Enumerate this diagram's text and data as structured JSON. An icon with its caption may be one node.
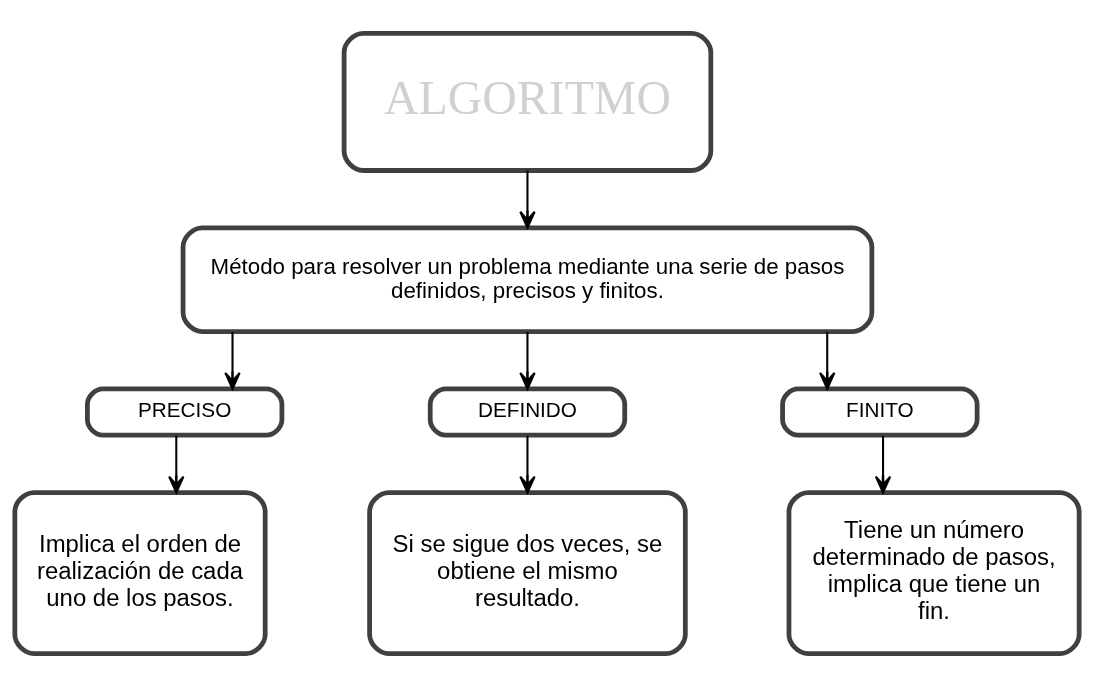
{
  "diagram": {
    "nodes": [
      {
        "text": [
          "ALGORITMO"
        ]
      },
      {
        "text": [
          "Método para resolver un problema mediante una serie de pasos definidos, precisos y finitos."
        ]
      },
      {
        "text": [
          "PRECISO"
        ]
      },
      {
        "text": [
          "DEFINIDO"
        ]
      },
      {
        "text": [
          "FINITO"
        ]
      },
      {
        "text": [
          "Implica el orden de realización de cada uno de los pasos."
        ]
      },
      {
        "text": [
          "Si se sigue dos veces, se obtiene el mismo resultado."
        ]
      },
      {
        "text": [
          "Tiene un número determinado de pasos, implica que tiene un fin."
        ]
      }
    ],
    "edges": [
      {
        "from": 0,
        "to": 1,
        "arrow": "to"
      },
      {
        "from": 1,
        "to": 2,
        "arrow": "to"
      },
      {
        "from": 1,
        "to": 3,
        "arrow": "to"
      },
      {
        "from": 1,
        "to": 4,
        "arrow": "to"
      },
      {
        "from": 2,
        "to": 5,
        "arrow": "to"
      },
      {
        "from": 3,
        "to": 6,
        "arrow": "to"
      },
      {
        "from": 4,
        "to": 7,
        "arrow": "to"
      }
    ]
  }
}
